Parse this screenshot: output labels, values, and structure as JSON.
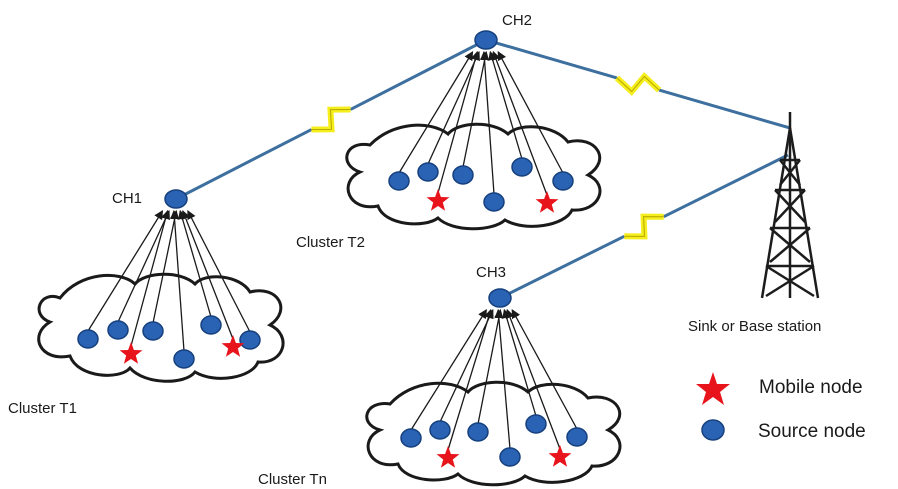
{
  "clusters": [
    {
      "id": "t1",
      "label": "Cluster T1",
      "head_label": "CH1",
      "source_nodes": 6,
      "mobile_nodes": 2
    },
    {
      "id": "t2",
      "label": "Cluster T2",
      "head_label": "CH2",
      "source_nodes": 6,
      "mobile_nodes": 2
    },
    {
      "id": "tn",
      "label": "Cluster Tn",
      "head_label": "CH3",
      "source_nodes": 6,
      "mobile_nodes": 2
    }
  ],
  "sink_label": "Sink or Base station",
  "links": [
    {
      "from": "CH1",
      "to": "CH2",
      "type": "wireless"
    },
    {
      "from": "CH2",
      "to": "Sink or Base station",
      "type": "wireless"
    },
    {
      "from": "CH3",
      "to": "Sink or Base station",
      "type": "wireless"
    }
  ],
  "legend": {
    "mobile_label": "Mobile node",
    "source_label": "Source node",
    "mobile_icon": "red-star-icon",
    "source_icon": "blue-ellipse-icon"
  },
  "colors": {
    "node": "#2a63b4",
    "node_edge": "#16407e",
    "mobile": "#e8141b",
    "link": "#3d6f9f",
    "bolt": "#f5ee1c",
    "tower": "#1c1c1c"
  }
}
